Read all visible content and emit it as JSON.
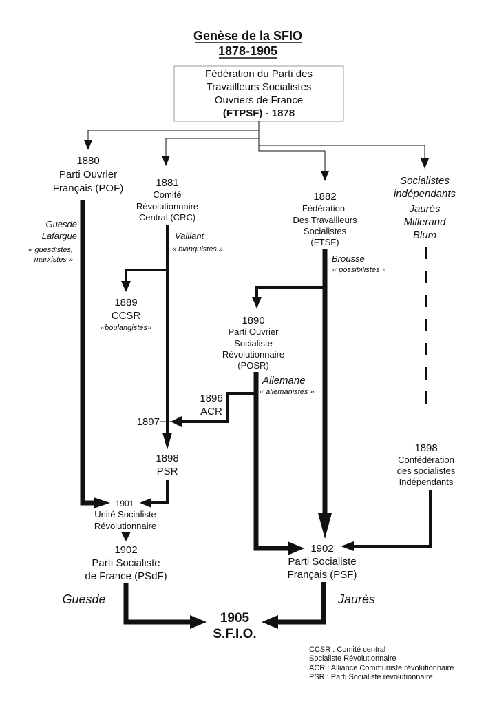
{
  "title": {
    "line1": "Genèse de la SFIO",
    "line2": "1878-1905"
  },
  "root": {
    "lines": [
      "Fédération du Parti des",
      "Travailleurs Socialistes",
      "Ouvriers de France",
      "(FTPSF) - 1878"
    ]
  },
  "pof": {
    "year": "1880",
    "lines": [
      "Parti Ouvrier",
      "Français (POF)"
    ],
    "leaders": [
      "Guesde",
      "Lafargue"
    ],
    "nickname": [
      "« guesdistes,",
      "marxistes »"
    ]
  },
  "crc": {
    "year": "1881",
    "lines": [
      "Comité",
      "Révolutionnaire",
      "Central (CRC)"
    ],
    "leader": "Vaillant",
    "nickname": "« blanquistes »"
  },
  "ftsf": {
    "year": "1882",
    "lines": [
      "Fédération",
      "Des Travailleurs",
      "Socialistes",
      "(FTSF)"
    ],
    "leader": "Brousse",
    "nickname": "« possibilistes »"
  },
  "independants": {
    "lines": [
      "Socialistes",
      "indépendants"
    ],
    "leaders": [
      "Jaurès",
      "Millerand",
      "Blum"
    ]
  },
  "ccsr": {
    "year": "1889",
    "name": "CCSR",
    "nickname": "«boulangistes»"
  },
  "posr": {
    "year": "1890",
    "lines": [
      "Parti Ouvrier",
      "Socialiste",
      "Révolutionnaire",
      "(POSR)"
    ],
    "leader": "Allemane",
    "nickname": "« allemanistes »"
  },
  "acr": {
    "year": "1896",
    "name": "ACR",
    "merge_year": "1897"
  },
  "psr": {
    "year": "1898",
    "name": "PSR"
  },
  "confederation": {
    "year": "1898",
    "lines": [
      "Confédération",
      "des socialistes",
      "Indépendants"
    ]
  },
  "usr": {
    "year": "1901",
    "lines": [
      "Unité Socialiste",
      "Révolutionnaire"
    ]
  },
  "psdf": {
    "year": "1902",
    "lines": [
      "Parti Socialiste",
      "de France (PSdF)"
    ],
    "leader": "Guesde"
  },
  "psf": {
    "year": "1902",
    "lines": [
      "Parti Socialiste",
      "Français (PSF)"
    ],
    "leader": "Jaurès"
  },
  "sfio": {
    "year": "1905",
    "name": "S.F.I.O."
  },
  "legend": [
    "CCSR : Comité central",
    "Socialiste Révolutionnaire",
    "ACR : Alliance Communiste révolutionnaire",
    "PSR : Parti Socialiste révolutionnaire"
  ]
}
